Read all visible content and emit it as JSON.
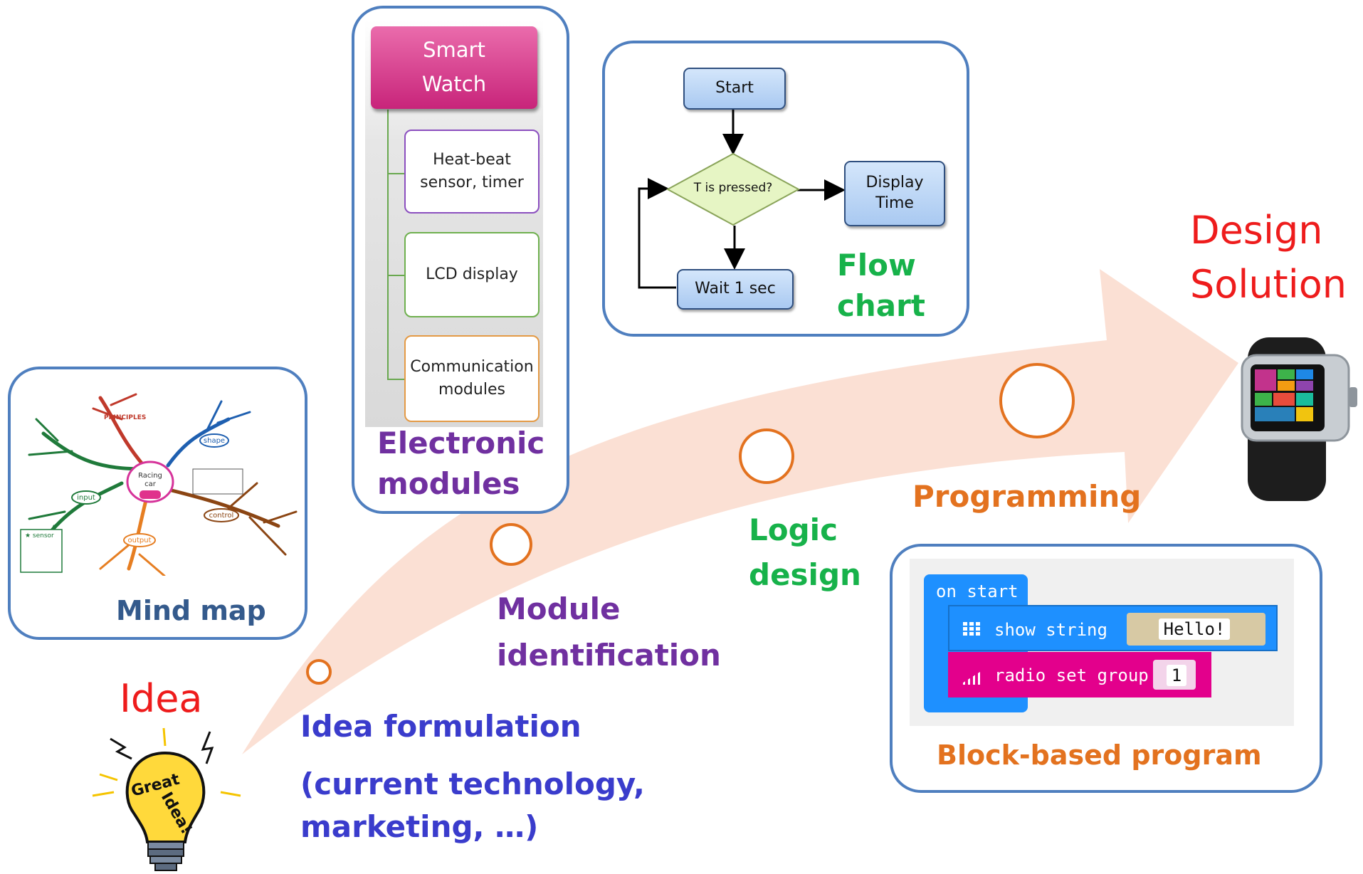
{
  "title_design_solution": "Design\nSolution",
  "idea": {
    "label": "Idea",
    "bulb_text_1": "Great",
    "bulb_text_2": "Idea!"
  },
  "stages": {
    "idea_formulation": "Idea formulation",
    "idea_formulation_detail_1": "(current technology,",
    "idea_formulation_detail_2": "marketing, …)",
    "module_identification_1": "Module",
    "module_identification_2": "identification",
    "logic_design_1": "Logic",
    "logic_design_2": "design",
    "programming": "Programming"
  },
  "mind_map": {
    "caption": "Mind map",
    "center": "Racing car",
    "branches": [
      "PRINCIPLES",
      "shape",
      "input",
      "control",
      "output",
      "sensor"
    ]
  },
  "electronic_modules": {
    "caption_1": "Electronic",
    "caption_2": "modules",
    "root": "Smart\nWatch",
    "items": [
      "Heat-beat\nsensor, timer",
      "LCD display",
      "Communication\nmodules"
    ]
  },
  "flow_chart": {
    "caption_1": "Flow",
    "caption_2": "chart",
    "start": "Start",
    "decision": "T is pressed?",
    "display": "Display\nTime",
    "wait": "Wait 1 sec"
  },
  "block_program": {
    "caption": "Block-based program",
    "on_start": "on start",
    "show_string": "show string",
    "hello": "Hello!",
    "radio_set_group": "radio set group",
    "group_value": "1"
  },
  "colors": {
    "panel_border": "#4f7fbf",
    "arrow": "#fbe0d4",
    "stage_blue": "#3a3ccc",
    "stage_purple": "#7030a0",
    "stage_green": "#17b24a",
    "stage_orange": "#e3721f",
    "red": "#ee1c1c"
  }
}
